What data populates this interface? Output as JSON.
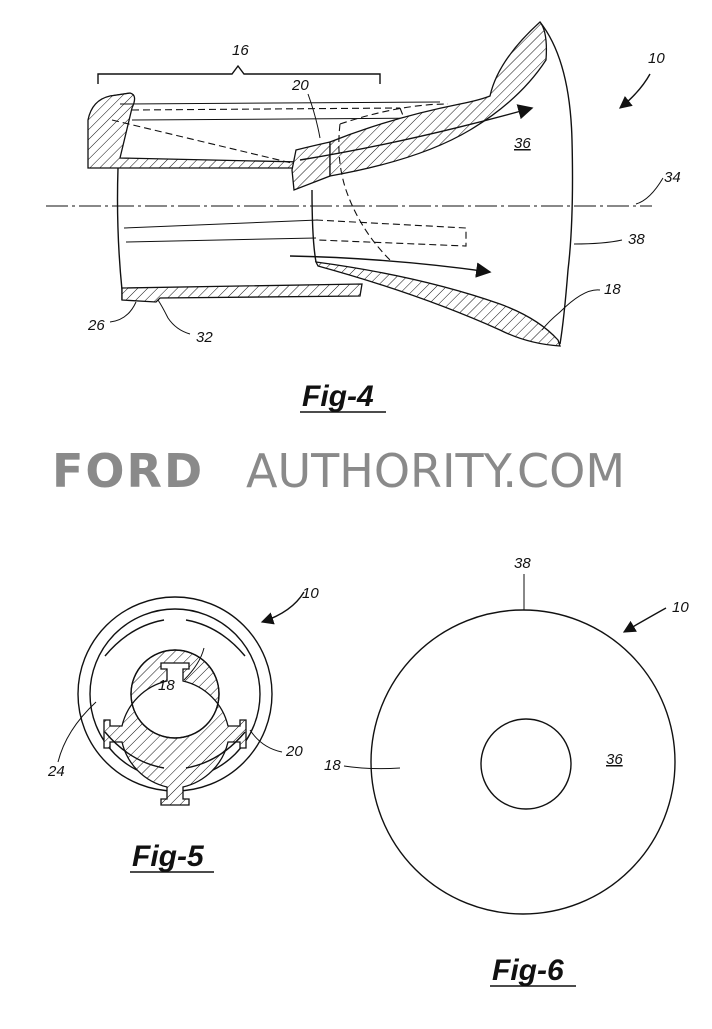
{
  "watermark": {
    "bold": "FORD",
    "light": "AUTHORITY.COM"
  },
  "fig4": {
    "label": "Fig-4",
    "refs": {
      "r16": "16",
      "r20": "20",
      "r10": "10",
      "r36": "36",
      "r34": "34",
      "r38": "38",
      "r18": "18",
      "r26": "26",
      "r32": "32"
    }
  },
  "fig5": {
    "label": "Fig-5",
    "refs": {
      "r10": "10",
      "r18": "18",
      "r24": "24",
      "r20": "20"
    }
  },
  "fig6": {
    "label": "Fig-6",
    "refs": {
      "r38": "38",
      "r10": "10",
      "r18": "18",
      "r36": "36"
    }
  }
}
